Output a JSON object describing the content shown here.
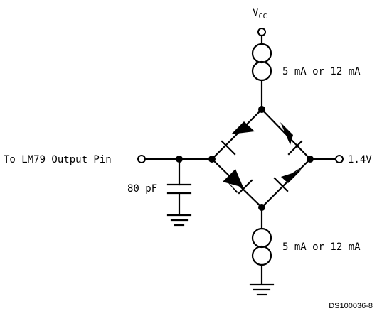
{
  "labels": {
    "vcc_main": "V",
    "vcc_sub": "CC",
    "source_top": "5 mA or 12 mA",
    "source_bottom": "5 mA or 12 mA",
    "input": "To LM79 Output Pin",
    "capacitor": "80 pF",
    "output": "1.4V",
    "doc_id": "DS100036-8"
  }
}
